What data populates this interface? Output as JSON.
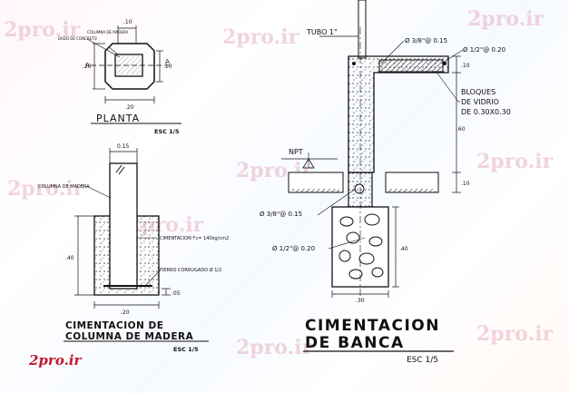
{
  "watermark": {
    "text": "2pro.ir",
    "logo": "2pro.ir"
  },
  "planta": {
    "dim_top": ".10",
    "label_madera": "COLUMNA DE MADERA",
    "label_dado": "DADO DE CONCRETO",
    "dim_left": ".20",
    "dim_right": ".10",
    "dim_bottom": ".20",
    "section_a_left": "A",
    "section_a_right": "A",
    "title": "PLANTA",
    "scale": "ESC 1/5"
  },
  "columna": {
    "dim_top": "0.15",
    "label_columna": "COLUMNA DE MADERA",
    "label_cimentacion": "CIMENTACION  f'c= 140kg/cm2",
    "label_fierro": "FIERRO CORRUGADO Ø 1/2",
    "dim_left": ".40",
    "dim_right": ".05",
    "dim_bottom": ".20",
    "title_line1": "CIMENTACION DE",
    "title_line2": "COLUMNA DE MADERA",
    "scale": "ESC 1/5"
  },
  "banca": {
    "tubo": "TUBO 1\"",
    "rebar_top": "Ø 3/8\"@ 0.15",
    "rebar_top2": "Ø 1/2\"@ 0.20",
    "bloques_line1": "BLOQUES",
    "bloques_line2": "DE VIDRIO",
    "bloques_line3": "DE 0.30X0.30",
    "npt": "NPT",
    "rebar_mid": "Ø 3/8\"@ 0.15",
    "rebar_bottom": "Ø 1/2\"@ 0.20",
    "dim_top_slab": ".10",
    "dim_height": ".60",
    "dim_floor": ".10",
    "dim_foot_h": ".40",
    "dim_foot_w": ".30",
    "title_line1": "CIMENTACION",
    "title_line2": "DE BANCA",
    "scale": "ESC 1/5"
  }
}
